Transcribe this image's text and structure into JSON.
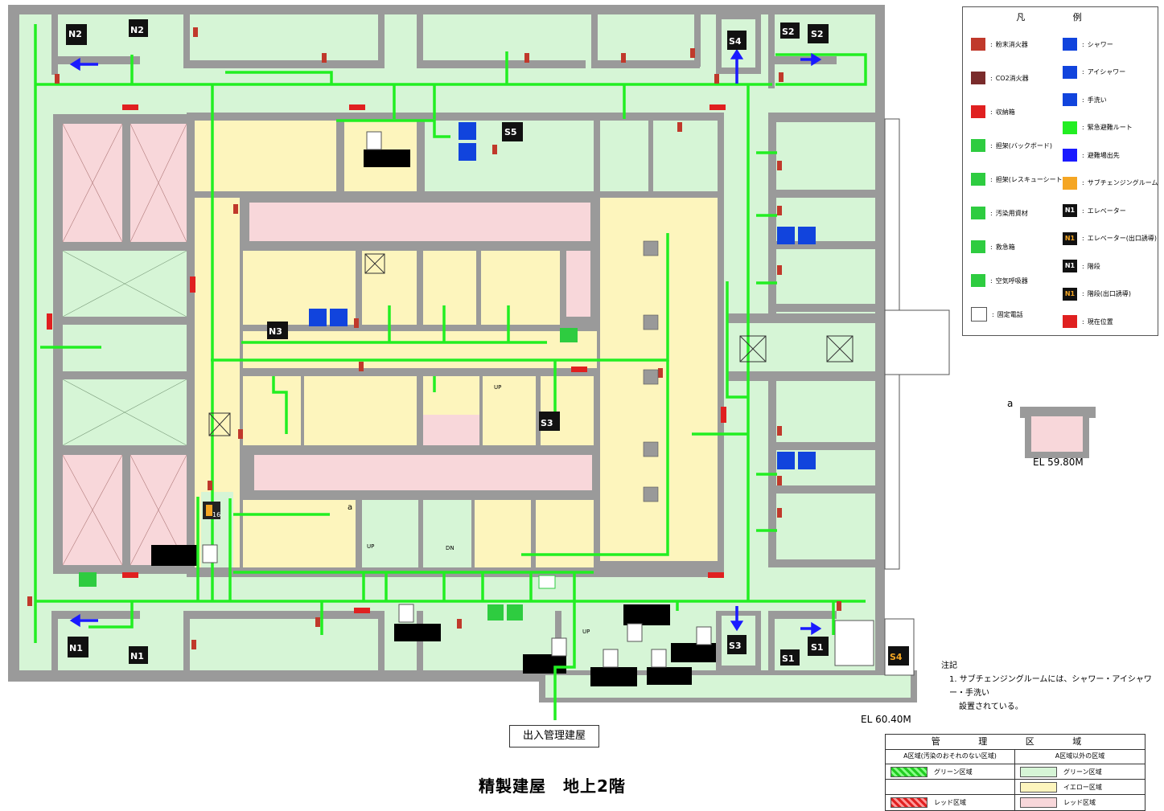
{
  "title": "精製建屋　地上2階",
  "exit_building": "出入管理建屋",
  "elevation_main": "EL 60.40M",
  "elevation_section": "EL 59.80M",
  "section_label": "a",
  "section_marker": "a",
  "legend": {
    "title": "凡 例",
    "items_left": [
      {
        "icon": "powder-extinguisher-icon",
        "label": "粉末消火器"
      },
      {
        "icon": "co2-extinguisher-icon",
        "label": "CO2消火器"
      },
      {
        "icon": "storage-box-icon",
        "label": "収納箱"
      },
      {
        "icon": "stretcher-backboard-icon",
        "label": "担架(バックボード)"
      },
      {
        "icon": "stretcher-scoop-icon",
        "label": "担架(レスキューシート)"
      },
      {
        "icon": "absorbent-icon",
        "label": "汚染用資材"
      },
      {
        "icon": "first-aid-box-icon",
        "label": "救急箱"
      },
      {
        "icon": "respirator-icon",
        "label": "空気呼吸器"
      },
      {
        "icon": "fixed-phone-icon",
        "label": "固定電話"
      }
    ],
    "items_right": [
      {
        "icon": "shower-icon",
        "label": "シャワー"
      },
      {
        "icon": "eye-shower-icon",
        "label": "アイシャワー"
      },
      {
        "icon": "hand-wash-icon",
        "label": "手洗い"
      },
      {
        "icon": "evacuation-route-icon",
        "label": "緊急避難ルート"
      },
      {
        "icon": "exit-route-icon",
        "label": "避難場出先"
      },
      {
        "icon": "changing-room-icon",
        "label": "サブチェンジングルーム"
      },
      {
        "icon": "elevator-icon",
        "label": "エレベーター",
        "code": "N1"
      },
      {
        "icon": "elevator-exit-icon",
        "label": "エレベーター(出口誘導)",
        "code": "N1"
      },
      {
        "icon": "stairs-icon",
        "label": "階段",
        "code": "N1"
      },
      {
        "icon": "stairs-exit-icon",
        "label": "階段(出口誘導)",
        "code": "N1"
      },
      {
        "icon": "current-location-icon",
        "label": "現在位置"
      }
    ]
  },
  "notes": {
    "heading": "注記",
    "line1": "1. サブチェンジングルームには、シャワー・アイシャワー・手洗い",
    "line2": "設置されている。"
  },
  "management_areas": {
    "title": "管 理 区 域",
    "col_a": "A区域(汚染のおそれのない区域)",
    "col_b": "A区域以外の区域",
    "rows": [
      {
        "a_label": "グリーン区域",
        "b_label": "グリーン区域"
      },
      {
        "a_label": "",
        "b_label": "イエロー区域"
      },
      {
        "a_label": "レッド区域",
        "b_label": "レッド区域"
      }
    ]
  },
  "colors": {
    "green_zone": "#d6f5d6",
    "yellow_zone": "#fdf5bd",
    "red_zone": "#f8d7da",
    "wall": "#9a9a9a",
    "route": "#22ee22",
    "exit_arrow": "#1a1aff",
    "shower_blue": "#1144dd"
  },
  "stairs": [
    "N2",
    "N2",
    "S4",
    "S2",
    "S2",
    "N3",
    "S5",
    "S3",
    "N1",
    "N1",
    "S3",
    "S1",
    "S4"
  ],
  "changing_room_number": "16",
  "stair_marks": {
    "up": "UP",
    "dn": "DN"
  }
}
